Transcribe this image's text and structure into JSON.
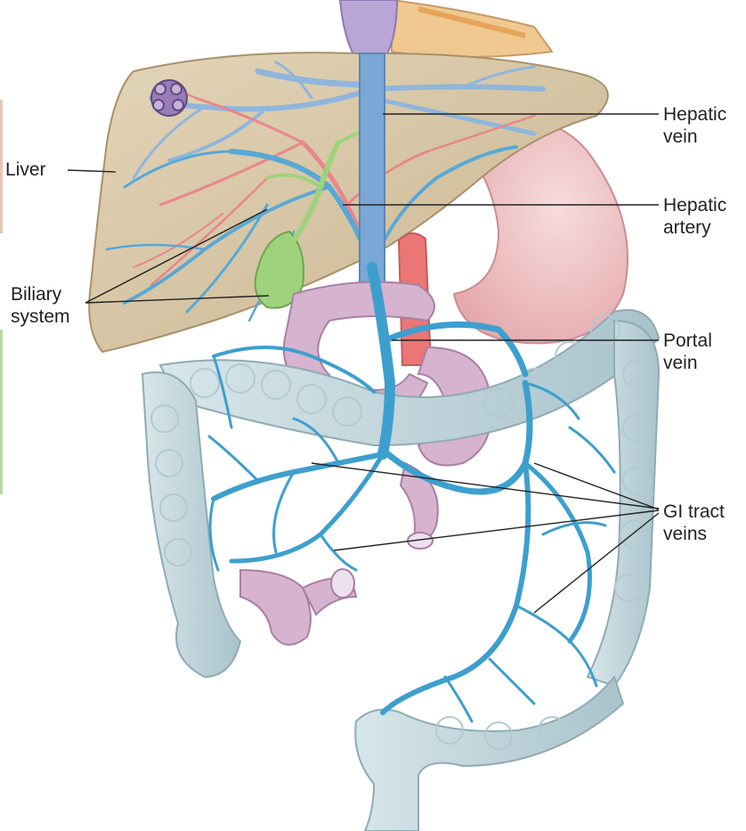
{
  "labels": {
    "liver": "Liver",
    "biliary": [
      "Biliary",
      "system"
    ],
    "hepatic_vein": [
      "Hepatic",
      "vein"
    ],
    "hepatic_artery": [
      "Hepatic",
      "artery"
    ],
    "portal_vein": [
      "Portal",
      "vein"
    ],
    "gi_veins": [
      "GI tract",
      "veins"
    ]
  },
  "colors": {
    "liver": "#d9c9a8",
    "vein": "#3d9fce",
    "hepatic_vein": "#8fb6dc",
    "artery": "#e8868c",
    "biliary": "#9fd27d",
    "stomach": "#f1c8c8",
    "colon": "#c9dbe1",
    "small_intestine": "#d6b3cf"
  }
}
